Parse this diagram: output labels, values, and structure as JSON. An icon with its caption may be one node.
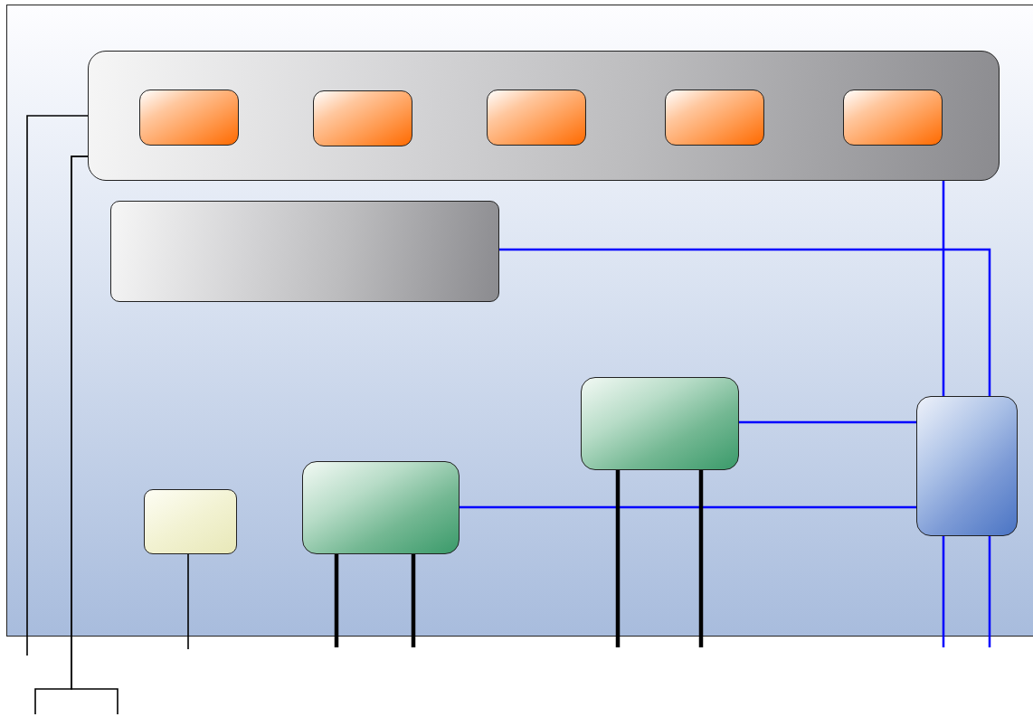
{
  "diagram": {
    "nodes": [
      {
        "text": [],
        "shape": "box"
      },
      {
        "text": [],
        "shape": "box",
        "in": 0
      },
      {
        "text": [],
        "shape": "box",
        "in": 1
      },
      {
        "text": [],
        "shape": "box",
        "in": 1
      },
      {
        "text": [],
        "shape": "box",
        "in": 1
      },
      {
        "text": [],
        "shape": "box",
        "in": 1
      },
      {
        "text": [],
        "shape": "box",
        "in": 1
      },
      {
        "text": [],
        "shape": "box",
        "in": 0
      },
      {
        "text": [],
        "shape": "box",
        "in": 0
      },
      {
        "text": [],
        "shape": "box",
        "in": 0
      },
      {
        "text": [],
        "shape": "box",
        "in": 0
      },
      {
        "text": [],
        "shape": "box",
        "in": 0
      }
    ],
    "edges": [
      {
        "from": 1,
        "to": null,
        "arrow": "none"
      },
      {
        "from": 1,
        "to": null,
        "arrow": "none"
      },
      {
        "from": 1,
        "to": null,
        "arrow": "none"
      },
      {
        "from": 1,
        "to": 11,
        "arrow": "none",
        "color": "#0000ff"
      },
      {
        "from": 7,
        "to": 11,
        "arrow": "none",
        "color": "#0000ff"
      },
      {
        "from": 10,
        "to": 11,
        "arrow": "none",
        "color": "#0000ff"
      },
      {
        "from": 9,
        "to": 11,
        "arrow": "none",
        "color": "#0000ff"
      },
      {
        "from": 8,
        "to": null,
        "arrow": "none"
      },
      {
        "from": 9,
        "to": null,
        "arrow": "none",
        "style": "thick"
      },
      {
        "from": 9,
        "to": null,
        "arrow": "none",
        "style": "thick"
      },
      {
        "from": 10,
        "to": null,
        "arrow": "none",
        "style": "thick"
      },
      {
        "from": 10,
        "to": null,
        "arrow": "none",
        "style": "thick"
      },
      {
        "from": 11,
        "to": null,
        "arrow": "none",
        "color": "#0000ff"
      },
      {
        "from": 11,
        "to": null,
        "arrow": "none",
        "color": "#0000ff"
      }
    ]
  }
}
